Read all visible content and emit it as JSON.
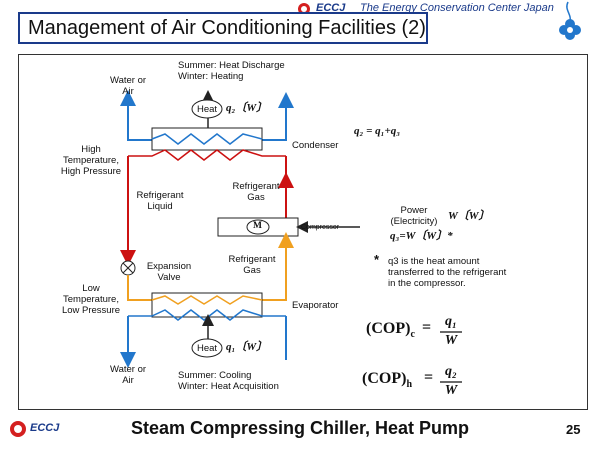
{
  "header": {
    "org_short": "ECCJ",
    "org_full": "The Energy Conservation Center Japan"
  },
  "title": "Management of Air Conditioning Facilities (2)",
  "diagram": {
    "water_or_air_top": [
      "Water or",
      "Air"
    ],
    "summer_top": "Summer: Heat Discharge",
    "winter_top": "Winter: Heating",
    "heat_label_top": "Heat",
    "q2_unit": "q₂〔W〕",
    "q2_eq": "q₂ = q₁+q₃",
    "high": [
      "High",
      "Temperature,",
      "High Pressure"
    ],
    "condenser": "Condenser",
    "refrigerant_liquid": [
      "Refrigerant",
      "Liquid"
    ],
    "refrigerant_gas_top": [
      "Refrigerant",
      "Gas"
    ],
    "motor": "M",
    "compressor": "Compressor",
    "power": [
      "Power",
      "(Electricity)"
    ],
    "w_unit": "W〔W〕",
    "q3_eq": "q₃=W〔W〕*",
    "expansion_valve": [
      "Expansion",
      "Valve"
    ],
    "refrigerant_gas_bottom": [
      "Refrigerant",
      "Gas"
    ],
    "footnote_mark": "*",
    "footnote": [
      "q3 is the heat amount",
      "transferred to the refrigerant",
      "in the compressor."
    ],
    "low": [
      "Low",
      "Temperature,",
      "Low Pressure"
    ],
    "evaporator": "Evaporator",
    "heat_label_bottom": "Heat",
    "q1_unit": "q₁〔W〕",
    "water_or_air_bottom": [
      "Water or",
      "Air"
    ],
    "summer_bottom": "Summer: Cooling",
    "winter_bottom": "Winter: Heat Acquisition",
    "cop_c": {
      "lhs": "(COP)",
      "sub": "c",
      "num": "q₁",
      "den": "W"
    },
    "cop_h": {
      "lhs": "(COP)",
      "sub": "h",
      "num": "q₂",
      "den": "W"
    }
  },
  "footer": {
    "title": "Steam Compressing Chiller, Heat Pump",
    "page": "25",
    "org_short": "ECCJ"
  },
  "colors": {
    "refrigerant_hot": "#cc1111",
    "refrigerant_cold": "#f0a020",
    "water": "#2277cc",
    "frame": "#1a3a8a"
  }
}
